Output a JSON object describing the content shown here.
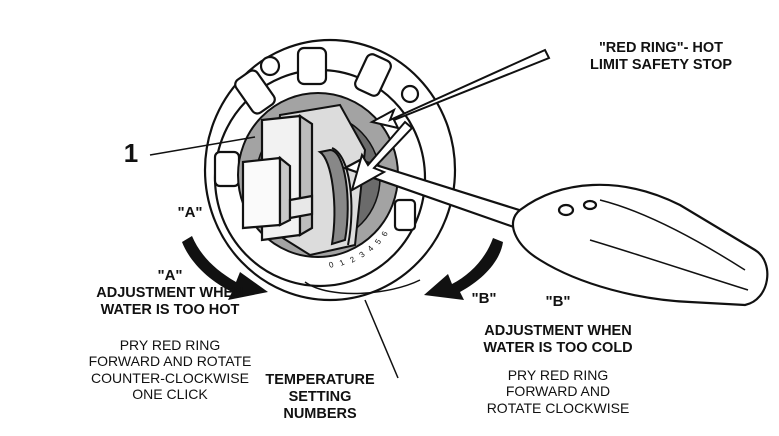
{
  "labels": {
    "part_number": "1",
    "red_ring_line1": "\"RED RING\"- HOT",
    "red_ring_line2": "LIMIT SAFETY STOP",
    "a_marker": "\"A\"",
    "a_title": "\"A\"",
    "a_heading_line1": "ADJUSTMENT WHEN",
    "a_heading_line2": "WATER IS TOO HOT",
    "a_instr_line1": "PRY RED RING",
    "a_instr_line2": "FORWARD AND ROTATE",
    "a_instr_line3": "COUNTER-CLOCKWISE",
    "a_instr_line4": "ONE CLICK",
    "b_marker": "\"B\"",
    "b_title": "\"B\"",
    "b_heading_line1": "ADJUSTMENT WHEN",
    "b_heading_line2": "WATER IS TOO COLD",
    "b_instr_line1": "PRY RED RING",
    "b_instr_line2": "FORWARD AND",
    "b_instr_line3": "ROTATE CLOCKWISE",
    "temp_line1": "TEMPERATURE",
    "temp_line2": "SETTING",
    "temp_line3": "NUMBERS"
  },
  "dial_numbers": [
    "0",
    "1",
    "2",
    "3",
    "4",
    "5",
    "6"
  ],
  "colors": {
    "ink": "#111111",
    "ring": "#9a9a9a",
    "body": "#e6e6e6",
    "handle": "#ffffff"
  }
}
